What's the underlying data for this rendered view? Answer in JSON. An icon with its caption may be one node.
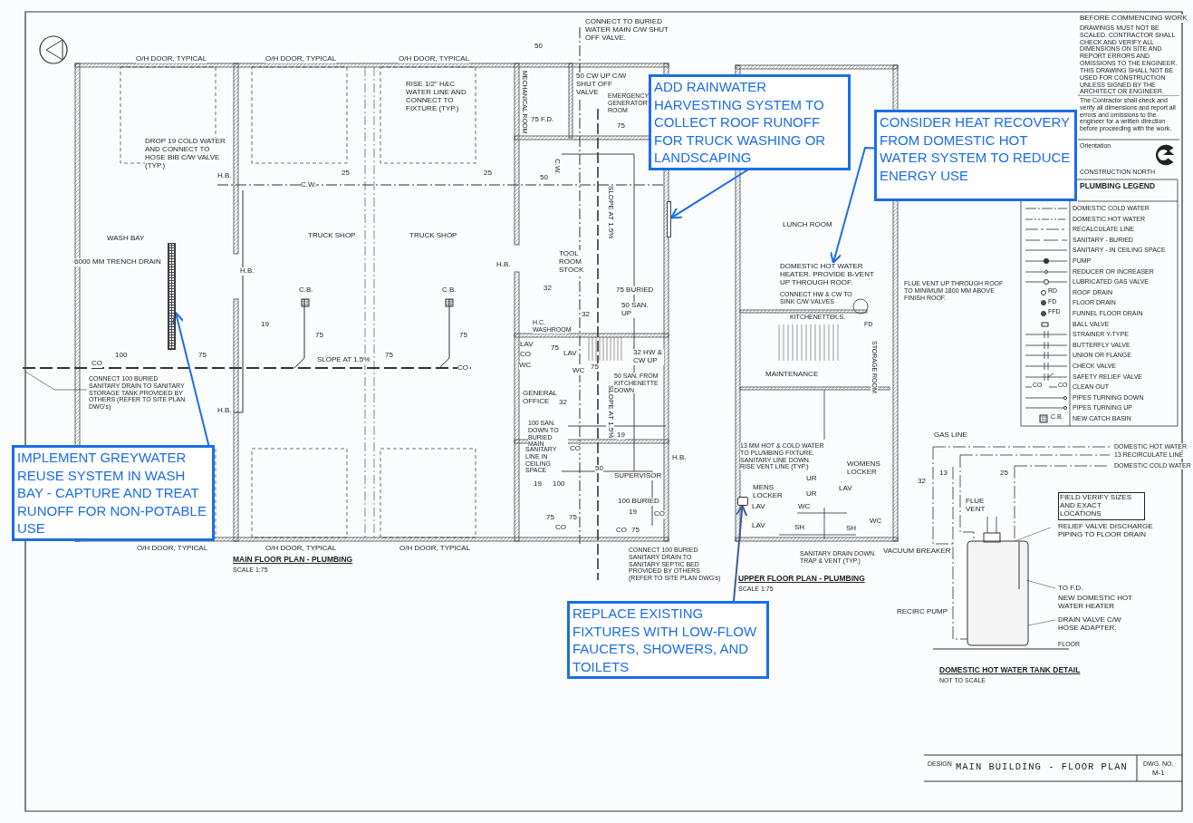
{
  "diagram": {
    "title": "MAIN BUILDING - FLOOR PLAN",
    "nodes": [
      {
        "text": [
          "ADD RAINWATER HARVESTING SYSTEM TO COLLECT ROOF RUNOFF FOR TRUCK WASHING OR LANDSCAPING"
        ]
      },
      {
        "text": [
          "CONSIDER HEAT RECOVERY FROM DOMESTIC HOT WATER SYSTEM TO REDUCE ENERGY USE"
        ]
      },
      {
        "text": [],
        "shape": "bar"
      },
      {
        "text": [],
        "shape": "bar"
      },
      {
        "text": [
          "DOMESTIC HOT WATER HEATER. PROVIDE B-VENT UP THROUGH ROOF."
        ]
      },
      {
        "text": [
          "IMPLEMENT GREYWATER REUSE SYSTEM IN WASH BAY - CAPTURE AND TREAT RUNOFF FOR NON-POTABLE USE"
        ]
      },
      {
        "text": [],
        "shape": "box"
      },
      {
        "text": [
          "REPLACE EXISTING FIXTURES WITH LOW-FLOW FAUCETS, SHOWERS, AND TOILETS"
        ]
      }
    ],
    "edges": [
      {
        "from": 0,
        "to": 2,
        "arrow": "to"
      },
      {
        "from": 1,
        "to": 4,
        "arrow": "to"
      },
      {
        "from": 5,
        "to": 3,
        "arrow": "to"
      },
      {
        "from": 7,
        "to": 6,
        "arrow": "to",
        "color": "#3b5b99"
      }
    ],
    "labels": [
      "O/H DOOR, TYPICAL",
      "O/H DOOR, TYPICAL",
      "O/H DOOR, TYPICAL",
      "CONNECT TO BURIED WATER MAIN C/W SHUT OFF VALVE.",
      "50",
      "50 CW UP C/W SHUT OFF VALVE",
      "MECHANICAL ROOM",
      "EMERGENCY GENERATOR ROOM",
      "RISE 1/2\" H&C WATER LINE AND CONNECT TO FIXTURE (TYP.)",
      "DROP 19 COLD WATER AND CONNECT TO HOSE BIB C/W VALVE (TYP.)",
      "75 F.D.",
      "75",
      "H.B.",
      "25",
      "C.W.",
      "25",
      "50",
      "C.W.",
      "SLOPE AT 1.5%",
      "WASH BAY",
      "TRUCK SHOP",
      "TRUCK SHOP",
      "6000 MM TRENCH DRAIN",
      "H.B.",
      "H.B.",
      "TOOL ROOM STOCK",
      "C.B.",
      "C.B.",
      "32",
      "75 BURIED",
      "19",
      "75",
      "75",
      "H.C. WASHROOM",
      "32",
      "50 SAN. UP",
      "100",
      "CO",
      "75",
      "SLOPE AT 1.5%",
      "75",
      "CO",
      "LAV",
      "CO",
      "75",
      "LAV",
      "WC",
      "WC",
      "75",
      "32 HW & CW UP",
      "50 SAN. FROM KITCHENETTE DOWN",
      "GENERAL OFFICE",
      "32",
      "SLOPE AT 1.5%",
      "CONNECT 100 BURIED SANITARY DRAIN TO SANITARY STORAGE TANK PROVIDED BY OTHERS (REFER TO SITE PLAN DWG's)",
      "H.B.",
      "100 SAN. DOWN TO BURIED MAIN",
      "19",
      "H.B.",
      "SANITARY LINE IN CEILING SPACE",
      "CO",
      "50",
      "SUPERVISOR",
      "19",
      "100",
      "100 BURIED",
      "19",
      "CO",
      "75",
      "75",
      "CO",
      "CO",
      "75",
      "O/H DOOR, TYPICAL",
      "O/H DOOR, TYPICAL",
      "O/H DOOR, TYPICAL",
      "MAIN FLOOR PLAN - PLUMBING",
      "SCALE 1:75",
      "CONNECT 100 BURIED SANITARY DRAIN TO SANITARY SEPTIC BED PROVIDED BY OTHERS (REFER TO SITE PLAN DWG's)",
      "LUNCH ROOM",
      "CONNECT HW & CW TO SINK C/W VALVES",
      "FLUE VENT UP THROUGH ROOF TO MINIMUM 1800 MM ABOVE FINISH ROOF.",
      "KITCHENETTE",
      "K.S.",
      "FD",
      "STORAGE ROOM",
      "MAINTENANCE",
      "13 MM HOT & COLD WATER TO PLUMBING FIXTURE. SANITARY LINE DOWN. RISE VENT LINE (TYP.)",
      "WOMENS LOCKER",
      "UR",
      "MENS LOCKER",
      "LAV",
      "UR",
      "LAV",
      "WC",
      "WC",
      "LAV",
      "SH",
      "SH",
      "SANITARY DRAIN DOWN. TRAP & VENT (TYP.)",
      "UPPER FLOOR PLAN - PLUMBING",
      "SCALE 1:75",
      "GAS LINE",
      "DOMESTIC HOT WATER",
      "13 RECIRCULATE LINE",
      "DOMESTIC COLD WATER",
      "13",
      "25",
      "32",
      "FLUE VENT",
      "FIELD VERIFY SIZES AND EXACT LOCATIONS",
      "RELIEF VALVE DISCHARGE PIPING TO FLOOR DRAIN",
      "VACUUM BREAKER",
      "TO F.D.",
      "NEW DOMESTIC HOT WATER HEATER",
      "RECIRC PUMP",
      "DRAIN VALVE C/W HOSE ADAPTER.",
      "FLOOR",
      "DOMESTIC HOT WATER TANK DETAIL",
      "NOT TO SCALE",
      "BEFORE COMMENCING WORK",
      "DRAWINGS MUST NOT BE SCALED. CONTRACTOR SHALL CHECK AND VERIFY ALL DIMENSIONS ON SITE AND REPORT ERRORS AND OMISSIONS TO THE ENGINEER. THIS DRAWING SHALL NOT BE USED FOR CONSTRUCTION UNLESS SIGNED BY THE ARCHITECT OR ENGINEER.",
      "The Contractor shall check and verify all dimensions and report all errors and omissions to the engineer for a written direction before proceeding with the work.",
      "Orientation",
      "CONSTRUCTION NORTH",
      "PLUMBING LEGEND",
      "RD",
      "FD",
      "FFD",
      "CO",
      "CO",
      "C.B.",
      "DESIGN",
      "DWG. NO.",
      "M-1"
    ],
    "legend": [
      {
        "text": "DOMESTIC COLD WATER"
      },
      {
        "text": "DOMESTIC HOT WATER"
      },
      {
        "text": "RECALCULATE LINE"
      },
      {
        "text": "SANITARY - BURIED"
      },
      {
        "text": "SANITARY - IN CEILING SPACE"
      },
      {
        "text": "PUMP"
      },
      {
        "text": "REDUCER OR INCREASER"
      },
      {
        "text": "LUBRICATED GAS VALVE"
      },
      {
        "text": "ROOF DRAIN"
      },
      {
        "text": "FLOOR DRAIN"
      },
      {
        "text": "FUNNEL FLOOR DRAIN"
      },
      {
        "text": "BALL VALVE"
      },
      {
        "text": "STRAINER Y-TYPE"
      },
      {
        "text": "BUTTERFLY VALVE"
      },
      {
        "text": "UNION OR FLANGE"
      },
      {
        "text": "CHECK VALVE"
      },
      {
        "text": "SAFETY RELIEF VALVE"
      },
      {
        "text": "CLEAN OUT"
      },
      {
        "text": "PIPES TURNING DOWN"
      },
      {
        "text": "PIPES TURNING UP"
      },
      {
        "text": "NEW CATCH BASIN"
      }
    ]
  }
}
